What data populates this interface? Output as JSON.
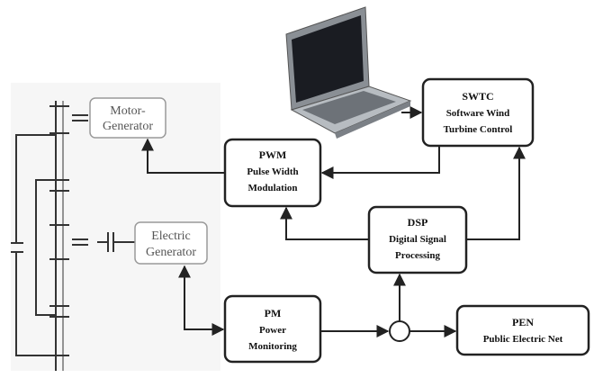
{
  "blocks": {
    "motor_generator": {
      "lines": [
        "Motor-",
        "Generator"
      ]
    },
    "electric_generator": {
      "lines": [
        "Electric",
        "Generator"
      ]
    },
    "pwm": {
      "lines": [
        "PWM",
        "Pulse Width",
        "Modulation"
      ]
    },
    "swtc": {
      "lines": [
        "SWTC",
        "Software Wind",
        "Turbine Control"
      ]
    },
    "dsp": {
      "lines": [
        "DSP",
        "Digital Signal",
        "Processing"
      ]
    },
    "pm": {
      "lines": [
        "PM",
        "Power",
        "Monitoring"
      ]
    },
    "pen": {
      "lines": [
        "PEN",
        "Public Electric Net"
      ]
    }
  },
  "colors": {
    "line": "#222222",
    "light_box_border": "#9a9a9a",
    "light_text": "#555555",
    "drivetrain_bg": "#f6f6f6",
    "laptop_body": "#9ea3a8",
    "laptop_screen": "#1a1c22"
  },
  "icons": {
    "laptop": "laptop-icon"
  }
}
